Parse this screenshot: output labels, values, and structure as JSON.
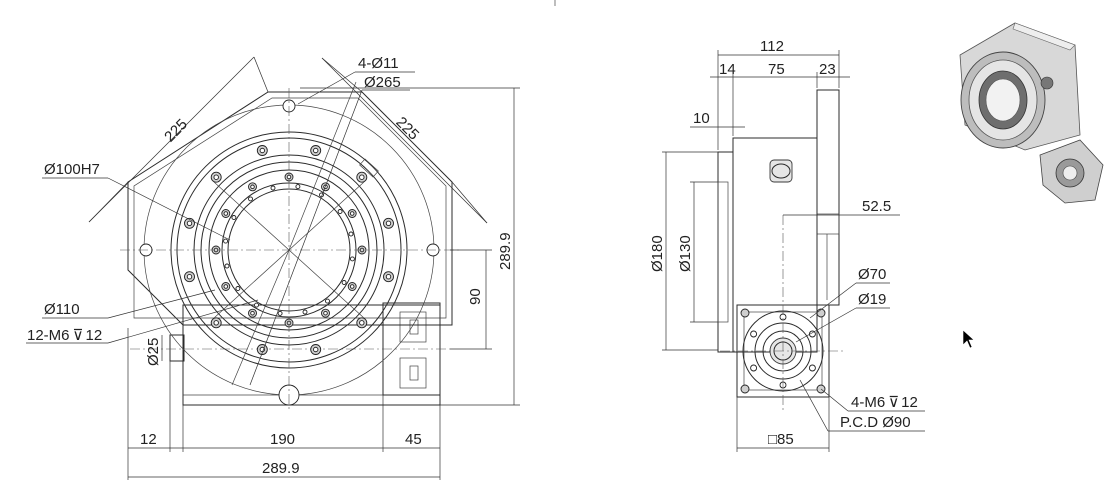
{
  "drawing": {
    "front_view": {
      "hole_spec": "4-Ø11",
      "pcd": "Ø265",
      "bore": "Ø100H7",
      "flange": "Ø110",
      "thread": "12-M6",
      "thread_depth": "12",
      "side_a": "225",
      "side_b": "225",
      "height": "289.9",
      "offset_90": "90",
      "shaft_dia": "Ø25",
      "dim_12": "12",
      "dim_190": "190",
      "dim_45": "45",
      "width": "289.9"
    },
    "side_view": {
      "total": "112",
      "seg_14": "14",
      "seg_75": "75",
      "seg_23": "23",
      "seg_10": "10",
      "dia_180": "Ø180",
      "dia_130": "Ø130",
      "offset_52_5": "52.5",
      "dia_70": "Ø70",
      "dia_19": "Ø19",
      "thread": "4-M6",
      "thread_depth": "12",
      "pcd": "P.C.D Ø90",
      "square": "□85"
    },
    "iso_view_icon": "rotary-table-3d-icon",
    "cursor_icon": "mouse-pointer-icon"
  }
}
